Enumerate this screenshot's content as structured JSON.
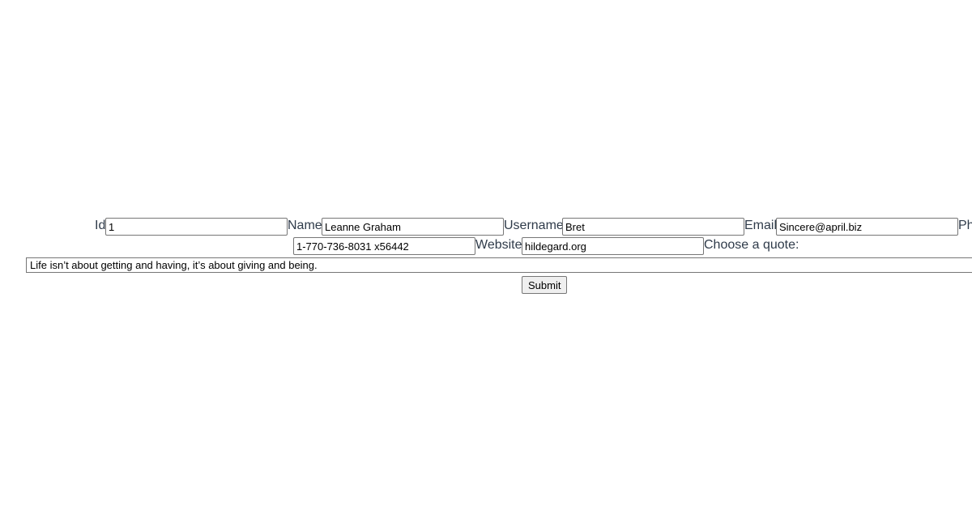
{
  "form": {
    "fields": {
      "id": {
        "label": "Id",
        "value": "1"
      },
      "name": {
        "label": "Name",
        "value": "Leanne Graham"
      },
      "username": {
        "label": "Username",
        "value": "Bret"
      },
      "email": {
        "label": "Email",
        "value": "Sincere@april.biz"
      },
      "phone": {
        "label": "Ph",
        "value": "1-770-736-8031 x56442"
      },
      "website": {
        "label": "Website",
        "value": "hildegard.org"
      }
    },
    "quote": {
      "label": "Choose a quote:",
      "selected": "Life isn’t about getting and having, it’s about giving and being."
    },
    "submit_label": "Submit"
  }
}
